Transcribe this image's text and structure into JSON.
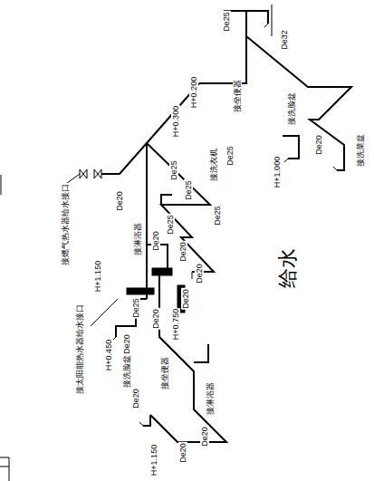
{
  "diagram": {
    "title": "给水",
    "labels": [
      "De25",
      "De32",
      "H+0.200",
      "H+0.300",
      "De25",
      "De20",
      "H+1.000",
      "De25",
      "De25",
      "De25",
      "De20",
      "De25",
      "De20",
      "De20",
      "De20",
      "De25",
      "H+1.150",
      "De20",
      "H+0.750",
      "De20",
      "H+0.450",
      "De20",
      "De20",
      "De20",
      "De20",
      "H+1.150",
      "接太阳能热水器给水接口",
      "接燃气热水器给水接口",
      "接洗脸盆",
      "接洗菜盆",
      "接坐便器",
      "接洗衣机",
      "接淋浴器",
      "接洗脸盆",
      "接坐便器",
      "接淋浴器"
    ]
  }
}
